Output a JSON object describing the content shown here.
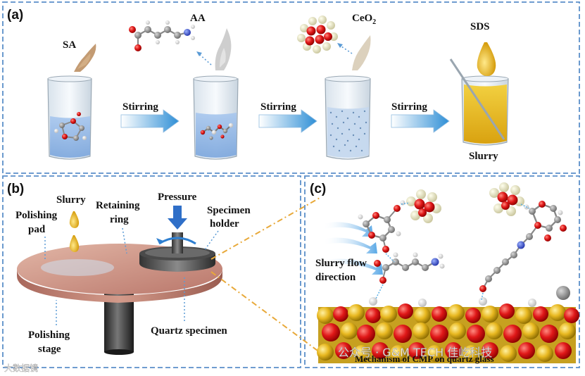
{
  "panel_a": {
    "label": "(a)",
    "sa": "SA",
    "aa": "AA",
    "ceo2_base": "CeO",
    "ceo2_sub": "2",
    "sds": "SDS",
    "slurry": "Slurry",
    "stirring_1": "Stirring",
    "stirring_2": "Stirring",
    "stirring_3": "Stirring"
  },
  "panel_b": {
    "label": "(b)",
    "slurry": "Slurry",
    "polishing_pad_1": "Polishing",
    "polishing_pad_2": "pad",
    "retaining_ring_1": "Retaining",
    "retaining_ring_2": "ring",
    "pressure": "Pressure",
    "specimen_holder_1": "Specimen",
    "specimen_holder_2": "holder",
    "polishing_stage_1": "Polishing",
    "polishing_stage_2": "stage",
    "quartz_specimen": "Quartz specimen"
  },
  "panel_c": {
    "label": "(c)",
    "slurry_flow_1": "Slurry flow",
    "slurry_flow_2": "direction",
    "caption": "Mechanism of CMP on quartz glass"
  },
  "watermarks": {
    "left": "大数据镜",
    "right": "公众号 · G&M TECH 佳屹科技"
  },
  "colors": {
    "panel_border": "#5b8fc9",
    "arrow_blue": "#2f8fd6",
    "leader_orange": "#e8a93a",
    "disk_copper": "#c98a7a",
    "liquid_blue": "#8fb7e6",
    "slurry_yellow": "#e8b81a",
    "oxygen_red": "#e01818",
    "silicon_gold": "#e8b820"
  }
}
